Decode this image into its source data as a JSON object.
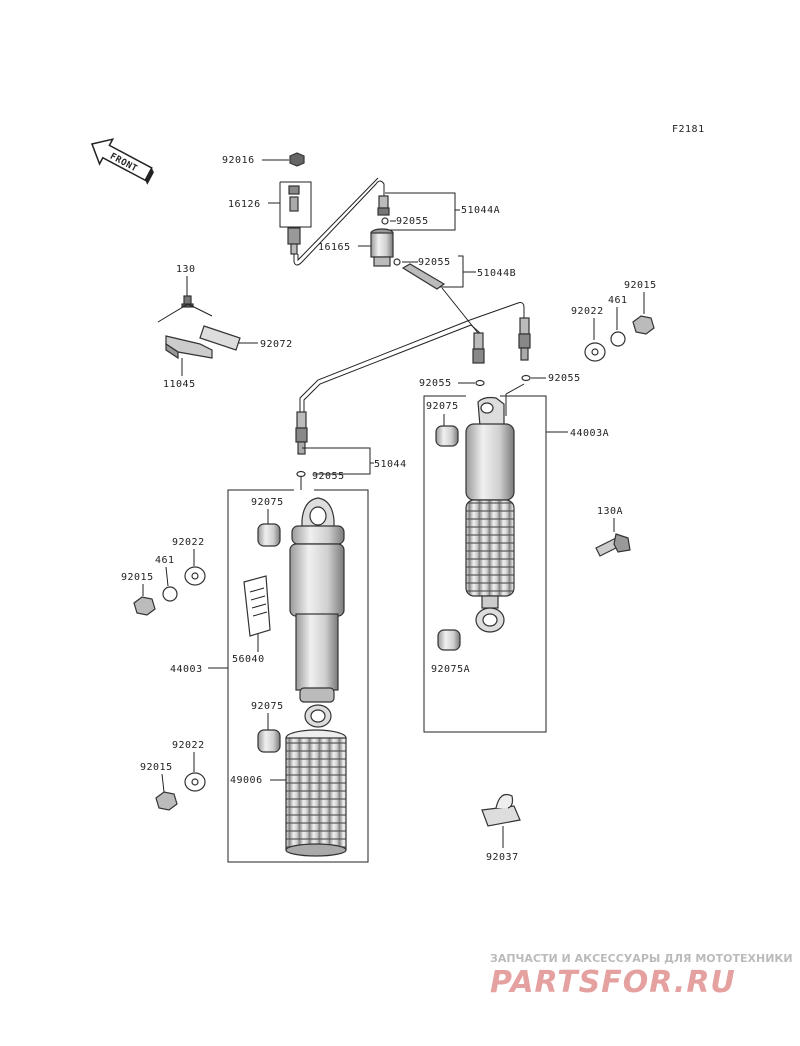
{
  "diagram_code": "F2181",
  "front_label": "FRONT",
  "labels": {
    "p92016": "92016",
    "p16126": "16126",
    "p16165": "16165",
    "p92055_top": "92055",
    "p51044A": "51044A",
    "p92055_mid": "92055",
    "p51044B": "51044B",
    "p130": "130",
    "p92072": "92072",
    "p11045": "11045",
    "p92022_r": "92022",
    "p461_r": "461",
    "p92015_r": "92015",
    "p92055_lr": "92055",
    "p92055_rr": "92055",
    "p92075_r": "92075",
    "p44003A": "44003A",
    "p51044": "51044",
    "p92055_l": "92055",
    "p92075_l1": "92075",
    "p92022_l1": "92022",
    "p461_l": "461",
    "p92015_l1": "92015",
    "p130A": "130A",
    "p56040": "56040",
    "p44003": "44003",
    "p92075A": "92075A",
    "p92075_l2": "92075",
    "p92022_l2": "92022",
    "p92015_l2": "92015",
    "p49006": "49006",
    "p92037": "92037"
  },
  "watermark": {
    "tagline": "ЗАПЧАСТИ И АКСЕССУАРЫ ДЛЯ МОТОТЕХНИКИ",
    "brand": "PARTSFOR.RU"
  },
  "colors": {
    "line": "#222222",
    "part_fill": "#d8d8d8",
    "watermark_red": "#e5a0a0",
    "watermark_gray": "#bbbbbb"
  }
}
